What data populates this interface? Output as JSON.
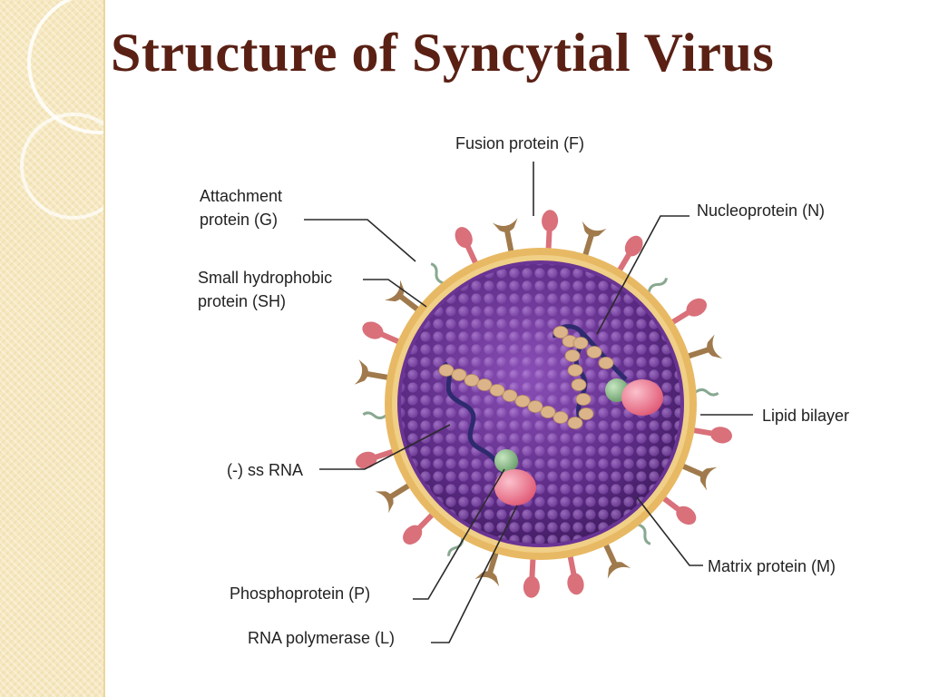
{
  "title": "Structure of Syncytial Virus",
  "labels": {
    "fusion": "Fusion protein (F)",
    "attachment_line1": "Attachment",
    "attachment_line2": "protein (G)",
    "sh_line1": "Small hydrophobic",
    "sh_line2": "protein (SH)",
    "nucleoprotein": "Nucleoprotein (N)",
    "lipid": "Lipid bilayer",
    "ssrna": "(-) ss RNA",
    "matrix": "Matrix protein (M)",
    "phospho": "Phosphoprotein (P)",
    "polymerase": "RNA polymerase (L)"
  },
  "colors": {
    "title": "#5a2014",
    "side_band": "#f6e8bf",
    "core": "#5a2a82",
    "bead": "#9d63c6",
    "envelope": "#e8b964",
    "fusion_spike": "#d9707a",
    "attachment_spike": "#a07a4c",
    "sh_protein": "#88a890",
    "nucleoprotein_bead": "#dbb48a",
    "rna": "#2e2a6e",
    "polymerase": "#e8607a",
    "phosphoprotein": "#7ab07a"
  }
}
